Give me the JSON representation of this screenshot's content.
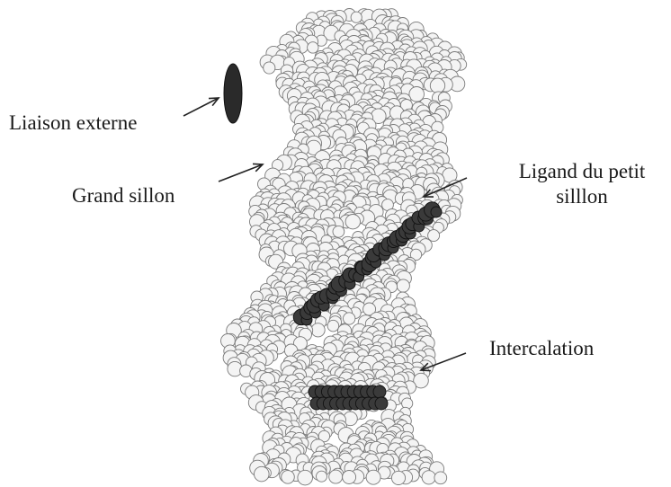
{
  "labels": {
    "external_binding": "Liaison externe",
    "major_groove": "Grand sillon",
    "minor_groove_line1": "Ligand du petit",
    "minor_groove_line2": "silllon",
    "intercalation": "Intercalation"
  },
  "colors": {
    "atom_fill": "#f4f4f4",
    "atom_stroke": "#7a7a7a",
    "ligand_fill": "#3a3a3a",
    "ligand_stroke": "#111111",
    "arrow": "#222222",
    "text": "#1a1a1a"
  },
  "icons": [
    "dna-helix-space-filling-model",
    "arrow-icon"
  ]
}
